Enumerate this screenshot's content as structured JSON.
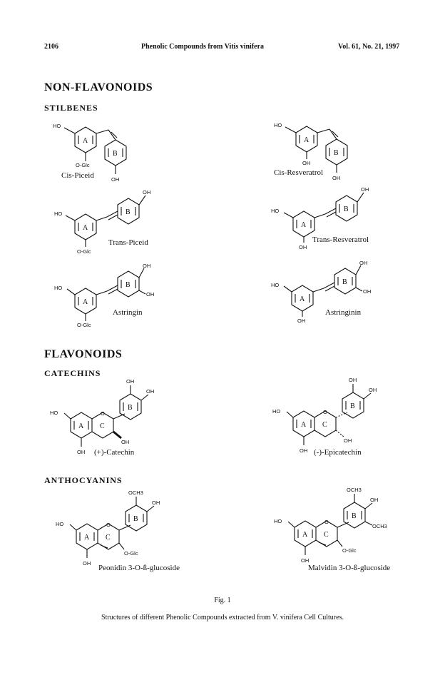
{
  "header": {
    "page_number": "2106",
    "journal_title": "Phenolic Compounds from Vitis vinifera",
    "volume_info": "Vol. 61, No. 21, 1997"
  },
  "sections": {
    "non_flavonoids": "NON-FLAVONOIDS",
    "stilbenes": "STILBENES",
    "flavonoids": "FLAVONOIDS",
    "catechins": "CATECHINS",
    "anthocyanins": "ANTHOCYANINS"
  },
  "compounds": {
    "cis_piceid": "Cis-Piceid",
    "cis_resveratrol": "Cis-Resveratrol",
    "trans_piceid": "Trans-Piceid",
    "trans_resveratrol": "Trans-Resveratrol",
    "astringin": "Astringin",
    "astringinin": "Astringinin",
    "catechin": "(+)-Catechin",
    "epicatechin": "(-)-Epicatechin",
    "peonidin": "Peonidin 3-O-ß-glucoside",
    "malvidin": "Malvidin 3-O-ß-glucoside"
  },
  "labels": {
    "ho": "HO",
    "oh": "OH",
    "o_glc": "O-Glc",
    "och3": "OCH3",
    "o": "O",
    "ring_a": "A",
    "ring_b": "B",
    "ring_c": "C"
  },
  "caption": {
    "figure_label": "Fig. 1",
    "text": "Structures of different Phenolic Compounds extracted from V. vinifera Cell Cultures."
  }
}
